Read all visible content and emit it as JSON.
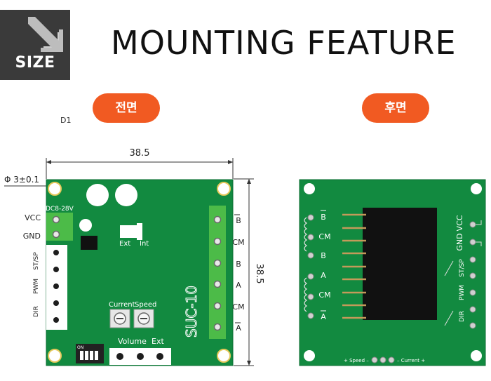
{
  "badge": {
    "label": "SIZE"
  },
  "title": "MOUNTING FEATURE",
  "front": {
    "pill": "전면",
    "ref": "D1",
    "width_dim": "38.5",
    "height_dim": "38.5",
    "hole_dim": "Φ 3±0.1",
    "power_label": "DC8-28V",
    "vcc": "VCC",
    "gnd": "GND",
    "left_pins": [
      "ST/SP",
      "PWM",
      "DIR"
    ],
    "switch_labels": [
      "Ext",
      "Int"
    ],
    "pot_labels": [
      "Current",
      "Speed"
    ],
    "bottom_labels": [
      "Volume",
      "Ext"
    ],
    "dip_label": "ON",
    "right_pins": [
      "B",
      "CM",
      "B",
      "A",
      "CM",
      "A"
    ],
    "board_name": "SUC-10"
  },
  "back": {
    "pill": "후면",
    "left_labels": [
      "B",
      "CM",
      "B",
      "A",
      "CM",
      "A"
    ],
    "right_labels": [
      "VCC",
      "GND",
      "ST/SP",
      "PWM",
      "DIR"
    ],
    "bottom_text": "+ Speed –",
    "bottom_text2": "– Current +"
  },
  "colors": {
    "pcb": "#128a40",
    "pcb_edge": "#0d6e33",
    "terminal": "#4cbb48",
    "accent": "#f15a22",
    "badge": "#3a3a3a"
  }
}
